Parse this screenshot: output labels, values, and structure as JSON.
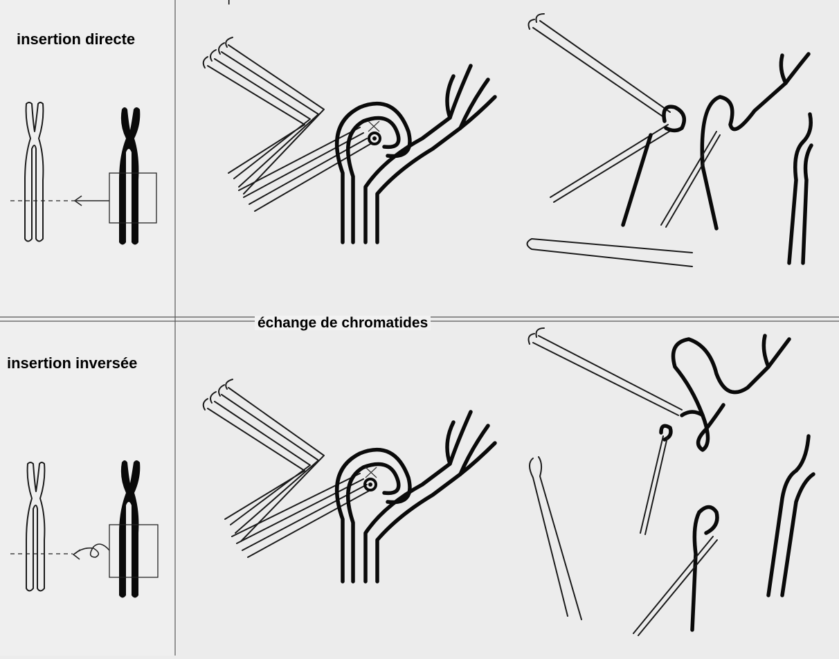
{
  "labels": {
    "direct_insertion": "insertion directe",
    "inverted_insertion": "insertion inversée",
    "chromatid_exchange": "échange de chromatides",
    "top_tick": "|"
  },
  "colors": {
    "background": "#ececec",
    "normal_chromosome": "#ffffff",
    "rearranged_chromosome": "#0a0a0a",
    "divider": "#555555"
  }
}
